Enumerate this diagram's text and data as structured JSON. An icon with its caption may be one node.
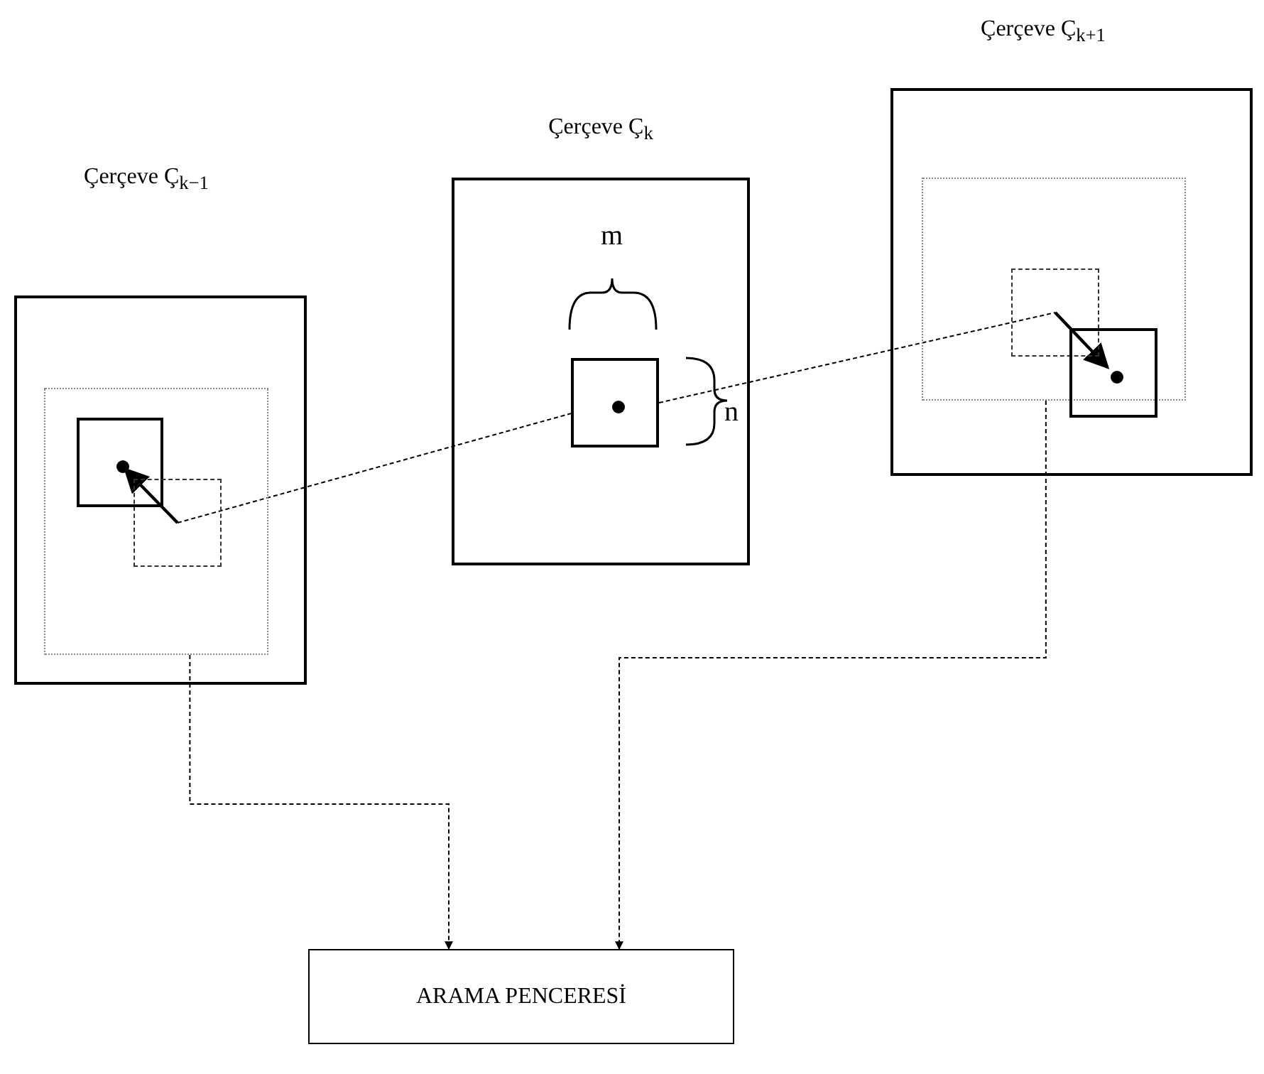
{
  "diagram": {
    "nodes": [
      {
        "text": [
          "Çerçeve Ç$_{k−1}$"
        ]
      },
      {
        "text": [],
        "shape": "box",
        "in": 0
      },
      {
        "text": [],
        "shape": "box",
        "in": 1
      },
      {
        "text": [],
        "shape": "box",
        "in": 1
      },
      {
        "text": [
          "Çerçeve Ç$_{k}$"
        ]
      },
      {
        "text": [],
        "shape": "box",
        "in": 4
      },
      {
        "text": [
          "Çerçeve Ç$_{k+1}$"
        ]
      },
      {
        "text": [],
        "shape": "box",
        "in": 6
      },
      {
        "text": [],
        "shape": "box",
        "in": 7
      },
      {
        "text": [],
        "shape": "box",
        "in": 7
      },
      {
        "text": [
          "ARAMA PENCERESİ"
        ]
      }
    ],
    "edges": [
      {
        "from": 3,
        "to": 2,
        "arrow": "to"
      },
      {
        "from": 3,
        "to": 5,
        "arrow": "none",
        "style": "dashed"
      },
      {
        "from": 5,
        "to": 8,
        "arrow": "none",
        "style": "dashed"
      },
      {
        "from": 8,
        "to": 9,
        "arrow": "to"
      },
      {
        "from": 1,
        "to": 10,
        "arrow": "to",
        "style": "dashed"
      },
      {
        "from": 7,
        "to": 10,
        "arrow": "to",
        "style": "dashed"
      }
    ],
    "labels": [
      "m",
      "n"
    ]
  }
}
